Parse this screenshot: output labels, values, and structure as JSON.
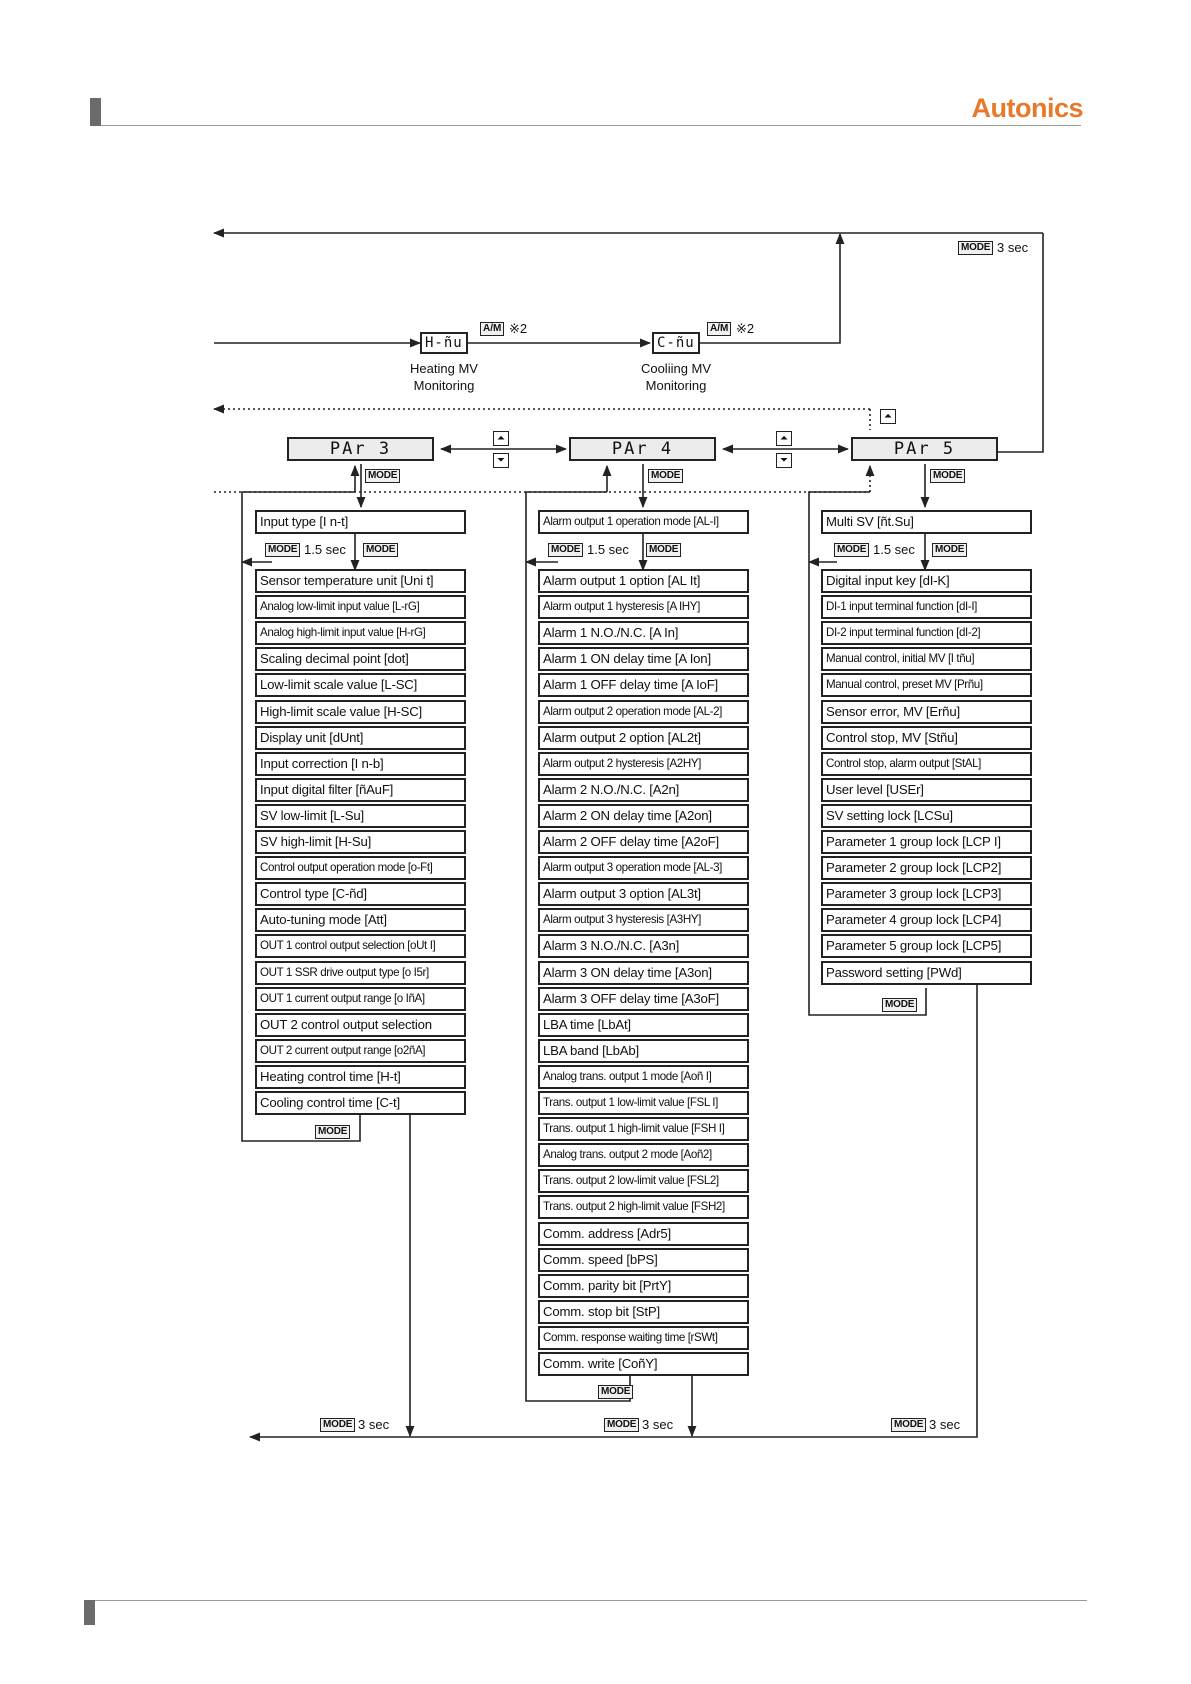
{
  "header": {
    "brand": "Autonics"
  },
  "keys": {
    "mode": "MODE",
    "am": "A/M",
    "note2": "※2",
    "sec3": "3 sec",
    "sec15": "1.5 sec",
    "up": "⏶",
    "down": "⏷"
  },
  "monitors": [
    {
      "code": "H-ñu",
      "label_line1": "Heating MV",
      "label_line2": "Monitoring"
    },
    {
      "code": "C-ñu",
      "label_line1": "Cooliing MV",
      "label_line2": "Monitoring"
    }
  ],
  "groups": [
    {
      "code": "PAr 3",
      "first": "Input type [I n-t]",
      "items": [
        "Sensor temperature unit [Uni t]",
        "Analog low-limit input value [L-rG]",
        "Analog high-limit input value [H-rG]",
        "Scaling decimal point [dot]",
        "Low-limit scale value [L-SC]",
        "High-limit scale value [H-SC]",
        "Display unit [dUnt]",
        "Input correction [I n-b]",
        "Input digital filter [ñAuF]",
        "SV low-limit [L-Su]",
        "SV high-limit [H-Su]",
        "Control output operation mode [o-Ft]",
        "Control type [C-ñd]",
        "Auto-tuning mode [Att]",
        "OUT 1 control output selection [oUt I]",
        "OUT 1 SSR drive output type [o I5r]",
        "OUT 1 current output range [o IñA]",
        "OUT 2 control output selection",
        "OUT 2 current output range [o2ñA]",
        "Heating control time [H-t]",
        "Cooling control time [C-t]"
      ]
    },
    {
      "code": "PAr 4",
      "first": "Alarm output 1 operation mode [AL-I]",
      "items": [
        "Alarm output 1 option [AL It]",
        "Alarm output 1 hysteresis [A IHY]",
        "Alarm 1 N.O./N.C. [A In]",
        "Alarm 1 ON delay time [A Ion]",
        "Alarm 1 OFF delay time [A IoF]",
        "Alarm output 2 operation mode [AL-2]",
        "Alarm output 2 option [AL2t]",
        "Alarm output 2 hysteresis [A2HY]",
        "Alarm 2 N.O./N.C. [A2n]",
        "Alarm 2 ON delay time [A2on]",
        "Alarm 2 OFF delay time [A2oF]",
        "Alarm output 3 operation mode [AL-3]",
        "Alarm output 3 option [AL3t]",
        "Alarm output 3 hysteresis [A3HY]",
        "Alarm 3 N.O./N.C. [A3n]",
        "Alarm 3 ON delay time [A3on]",
        "Alarm 3 OFF delay time [A3oF]",
        "LBA time [LbAt]",
        "LBA band [LbAb]",
        "Analog trans. output 1 mode [Aoñ I]",
        "Trans. output 1 low-limit value [FSL I]",
        "Trans. output 1 high-limit value [FSH I]",
        "Analog trans. output 2 mode [Aoñ2]",
        "Trans. output 2 low-limit value [FSL2]",
        "Trans. output 2 high-limit value [FSH2]",
        "Comm. address [Adr5]",
        "Comm. speed [bPS]",
        "Comm. parity bit [PrtY]",
        "Comm. stop bit [StP]",
        "Comm. response waiting time [rSWt]",
        "Comm. write [CoñY]"
      ]
    },
    {
      "code": "PAr 5",
      "first": "Multi SV [ñt.Su]",
      "items": [
        "Digital input key [dI-K]",
        "DI-1 input terminal function [dI-I]",
        "DI-2 input terminal function [dI-2]",
        "Manual control, initial MV [I tñu]",
        "Manual control, preset MV [Prñu]",
        "Sensor error, MV [Erñu]",
        "Control stop, MV [Stñu]",
        "Control stop, alarm output [StAL]",
        "User level [USEr]",
        "SV setting lock [LCSu]",
        "Parameter 1 group lock [LCP I]",
        "Parameter 2 group lock [LCP2]",
        "Parameter 3 group lock [LCP3]",
        "Parameter 4 group lock [LCP4]",
        "Parameter 5 group lock [LCP5]",
        "Password setting [PWd]"
      ]
    }
  ]
}
